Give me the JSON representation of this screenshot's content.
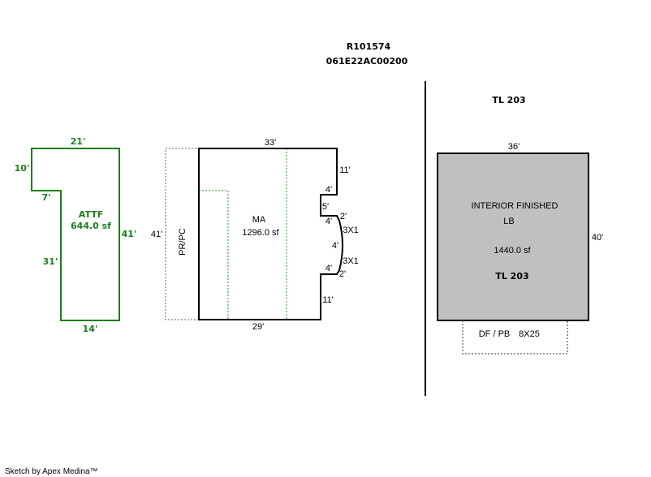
{
  "header": {
    "account": "R101574",
    "map_number": "061E22AC00200"
  },
  "attf": {
    "label": "ATTF",
    "area": "644.0 sf",
    "dim_top": "21'",
    "dim_left_upper": "10'",
    "dim_notch": "7'",
    "dim_left_lower": "31'",
    "dim_bottom": "14'",
    "dim_right": "41'",
    "color": "#1a7f1a"
  },
  "main": {
    "label": "MA",
    "area": "1296.0 sf",
    "dim_top": "33'",
    "dim_bottom": "29'",
    "dim_left": "41'",
    "porch_label": "PR/PC",
    "right_dims": {
      "upper": "11'",
      "step1": "4'",
      "step2": "5'",
      "step3": "4'",
      "bay_top": "2'",
      "bay_side_top": "3X1",
      "bay_mid": "4'",
      "bay_side_bottom": "3X1",
      "step4": "4'",
      "bay_bottom": "2'",
      "lower": "11'"
    }
  },
  "tl_building": {
    "header": "TL 203",
    "description": "INTERIOR FINISHED",
    "code": "LB",
    "area": "1440.0 sf",
    "label": "TL 203",
    "dim_top": "36'",
    "dim_right": "40'",
    "fill": "#c0c0c0",
    "deck_label": "DF / PB",
    "deck_size": "8X25"
  },
  "footer": {
    "credit": "Sketch by Apex Medina™"
  }
}
